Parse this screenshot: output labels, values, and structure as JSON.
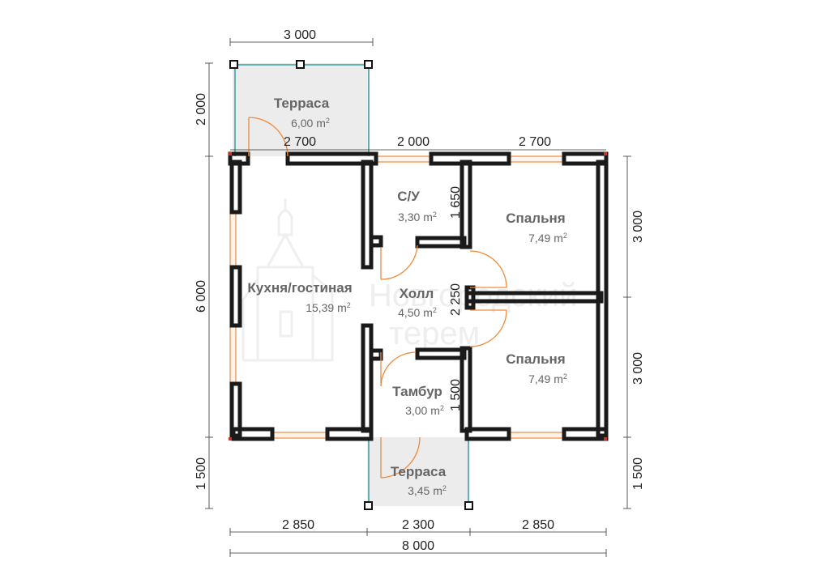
{
  "watermark": {
    "line1": "Новгородский",
    "line2": "терем"
  },
  "rooms": [
    {
      "name": "Терраса",
      "area": "6,00 m",
      "sup": "2"
    },
    {
      "name": "С/У",
      "area": "3,30 m",
      "sup": "2"
    },
    {
      "name": "Спальня",
      "area": "7,49 m",
      "sup": "2"
    },
    {
      "name": "Кухня/гостиная",
      "area": "15,39 m",
      "sup": "2"
    },
    {
      "name": "Холл",
      "area": "4,50 m",
      "sup": "2"
    },
    {
      "name": "Спальня",
      "area": "7,49 m",
      "sup": "2"
    },
    {
      "name": "Тамбур",
      "area": "3,00 m",
      "sup": "2"
    },
    {
      "name": "Терраса",
      "area": "3,45 m",
      "sup": "2"
    }
  ],
  "dimensions": {
    "top_terrace": "3 000",
    "top_left": "2 700",
    "top_mid": "2 000",
    "top_right": "2 700",
    "left_terrace": "2 000",
    "left_main": "6 000",
    "left_bottom": "1 500",
    "right_top": "3 000",
    "right_bottom": "3 000",
    "right_terrace": "1 500",
    "inner_su": "1 650",
    "inner_hall": "2 250",
    "inner_tambur": "1 500",
    "bottom_left": "2 850",
    "bottom_mid": "2 300",
    "bottom_right": "2 850",
    "bottom_total": "8 000"
  },
  "colors": {
    "wall": "#1a1a1a",
    "terrace_fill": "#ececec",
    "window": "#f08a3c",
    "door": "#f08a3c",
    "railing": "#5fb3b3",
    "corner": "#c0392b"
  }
}
